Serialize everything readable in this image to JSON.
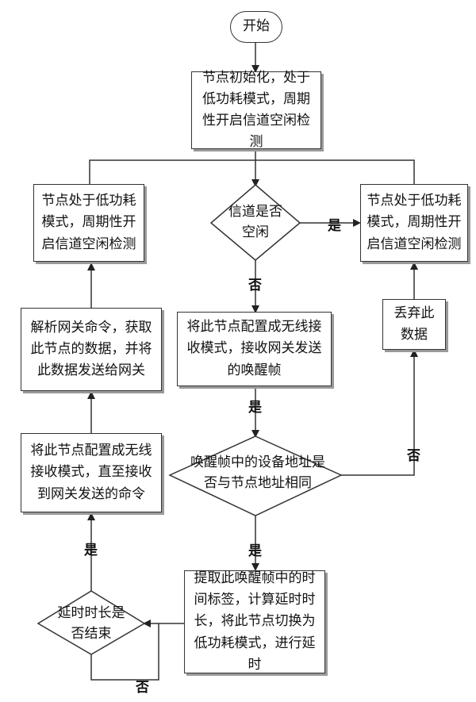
{
  "start": "开始",
  "init_box": "节点初始化，处于低功耗模式，周期性开启信道空闲检测",
  "decision_channel": "信道是否空闲",
  "left_lowpower_box": "节点处于低功耗模式，周期性开启信道空闲检测",
  "right_lowpower_box": "节点处于低功耗模式，周期性开启信道空闲检测",
  "config_receive_box": "将此节点配置成无线接收模式，接收网关发送的唤醒帧",
  "decision_address": "唤醒帧中的设备地址是否与节点地址相同",
  "discard_box": "丢弃此数据",
  "extract_box": "提取此唤醒帧中的时间标签，计算延时时长，将此节点切换为低功耗模式，进行延时",
  "decision_delay": "延时时长是否结束",
  "config_command_box": "将此节点配置成无线接收模式，直至接收到网关发送的命令",
  "parse_box": "解析网关命令，获取此节点的数据，并将此数据发送给网关",
  "edge_labels": {
    "channel_yes": "是",
    "channel_no": "否",
    "receive_yes": "是",
    "address_yes": "是",
    "address_no": "否",
    "delay_yes": "是",
    "delay_no": "否"
  }
}
